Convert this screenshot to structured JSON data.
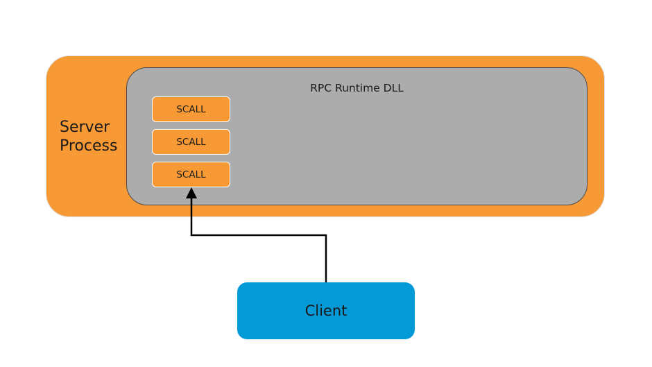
{
  "diagram": {
    "server_process": {
      "label": "Server\nProcess",
      "color": "#f79a35"
    },
    "runtime": {
      "label": "RPC Runtime DLL",
      "color": "#acacac"
    },
    "scalls": [
      {
        "label": "SCALL"
      },
      {
        "label": "SCALL"
      },
      {
        "label": "SCALL"
      }
    ],
    "client": {
      "label": "Client",
      "color": "#049ad8"
    },
    "connector": {
      "from": "Client",
      "to": "SCALL",
      "color": "#000000"
    }
  }
}
